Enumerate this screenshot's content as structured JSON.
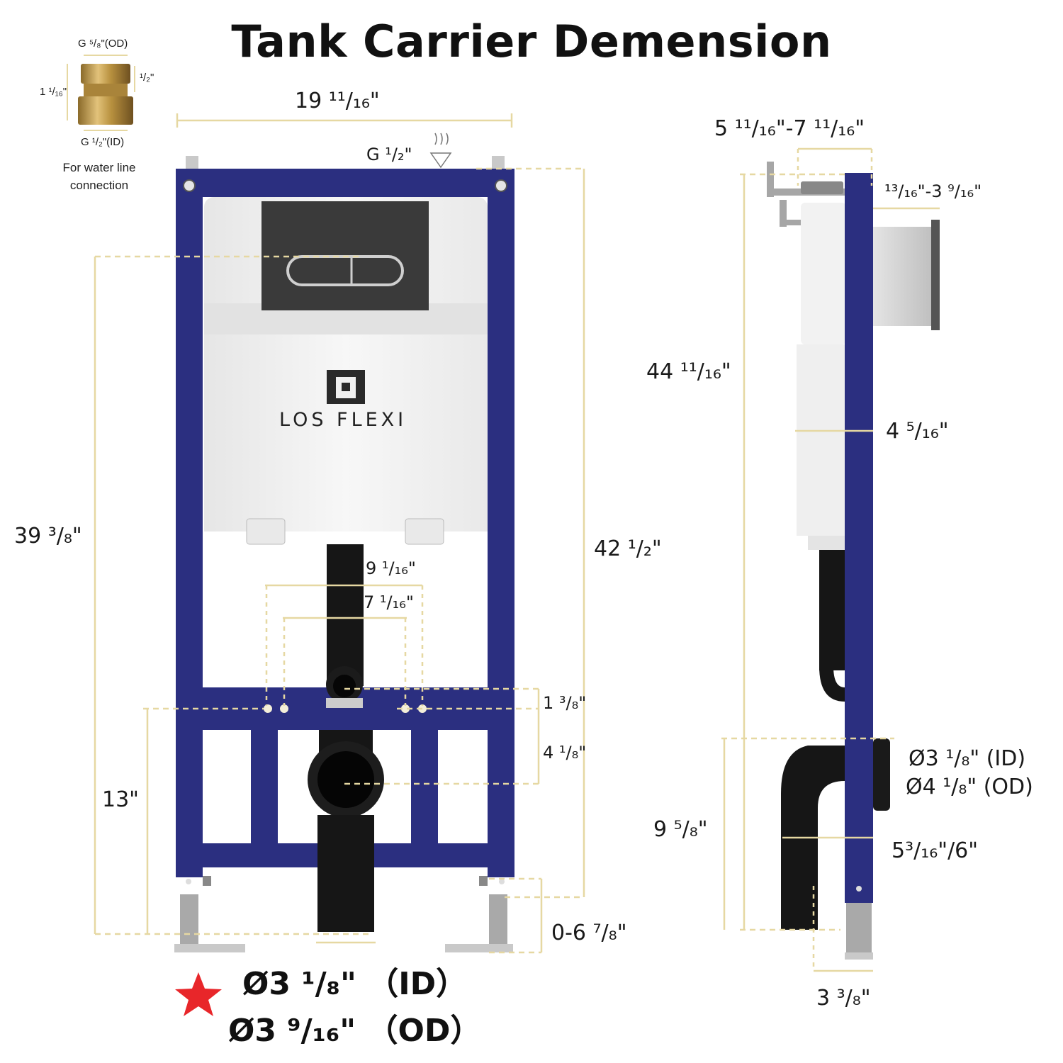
{
  "title": "Tank Carrier Demension",
  "brand": "LOS FLEXI",
  "fitting": {
    "od_label": "G ⁵/₈\"(OD)",
    "id_label": "G ¹/₂\"(ID)",
    "height_label": "1 ¹/₁₆\"",
    "side_label": "¹/₂\"",
    "note": "For water line connection"
  },
  "front_view": {
    "width": "19 ¹¹/₁₆\"",
    "inlet": "G ¹/₂\"",
    "height_left": "39 ³/₈\"",
    "height_right": "42 ¹/₂\"",
    "bolt_outer": "9 ¹/₁₆\"",
    "bolt_inner": "7 ¹/₁₆\"",
    "offset_small": "1 ³/₈\"",
    "offset_drain": "4 ¹/₈\"",
    "bolt_height": "13\"",
    "leg_adjust": "0-6 ⁷/₈\""
  },
  "side_view": {
    "wall_range": "5 ¹¹/₁₆\"-7 ¹¹/₁₆\"",
    "plate_range": "¹³/₁₆\"-3 ⁹/₁₆\"",
    "total_height": "44 ¹¹/₁₆\"",
    "depth": "4 ⁵/₁₆\"",
    "outlet_id": "Ø3 ¹/₈\" (ID)",
    "outlet_od": "Ø4 ¹/₈\" (OD)",
    "outlet_height": "9 ⁵/₈\"",
    "outlet_depth": "5³/₁₆\"/6\"",
    "bottom_depth": "3 ³/₈\""
  },
  "pipe_spec": {
    "id": "Ø3 ¹/₈\" （ID）",
    "od": "Ø3 ⁹/₁₆\" （OD）"
  },
  "colors": {
    "frame": "#2b2f80",
    "dimension_line": "#e6d8a2",
    "pipe": "#161616",
    "tank": "#f2f2f2",
    "star": "#e8262a"
  }
}
